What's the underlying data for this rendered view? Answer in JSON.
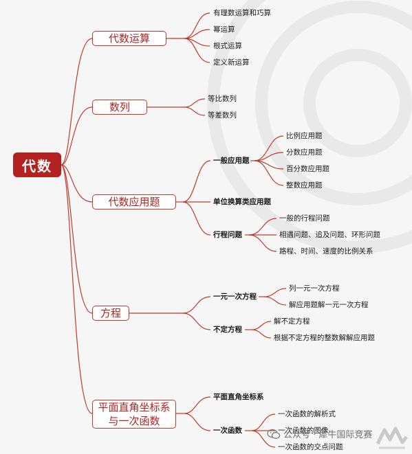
{
  "colors": {
    "accent": "#b32121",
    "line": "#c0392b",
    "background": "#f6f6f6"
  },
  "root": "代数",
  "categories": [
    {
      "label": "代数运算",
      "items": [
        "有理数运算和巧算",
        "幂运算",
        "根式运算",
        "定义新运算"
      ]
    },
    {
      "label": "数列",
      "items": [
        "等比数列",
        "等差数列"
      ]
    },
    {
      "label": "代数应用题",
      "groups": [
        {
          "label": "一般应用题",
          "items": [
            "比例应用题",
            "分数应用题",
            "百分数应用题",
            "整数应用题"
          ]
        },
        {
          "label": "单位换算类应用题",
          "items": []
        },
        {
          "label": "行程问题",
          "items": [
            "一般的行程问题",
            "相遇问题、追及问题、环形问题",
            "路程、时间、速度的比例关系"
          ]
        }
      ]
    },
    {
      "label": "方程",
      "groups": [
        {
          "label": "一元一次方程",
          "items": [
            "列一元一次方程",
            "解应用题解一元一次方程"
          ]
        },
        {
          "label": "不定方程",
          "items": [
            "解不定方程",
            "根据不定方程的整数解解应用题"
          ]
        }
      ]
    },
    {
      "label_lines": [
        "平面直角坐标系",
        "与一次函数"
      ],
      "groups": [
        {
          "label": "平面直角坐标系",
          "items": []
        },
        {
          "label": "一次函数",
          "items": [
            "一次函数的解析式",
            "一次函数的图像",
            "一次函数的交点问题"
          ]
        }
      ]
    }
  ],
  "watermark": {
    "text": "公众号 · 犀牛国际竞赛",
    "icon": "wechat-icon"
  },
  "logo_icon": "rhino-logo-icon"
}
